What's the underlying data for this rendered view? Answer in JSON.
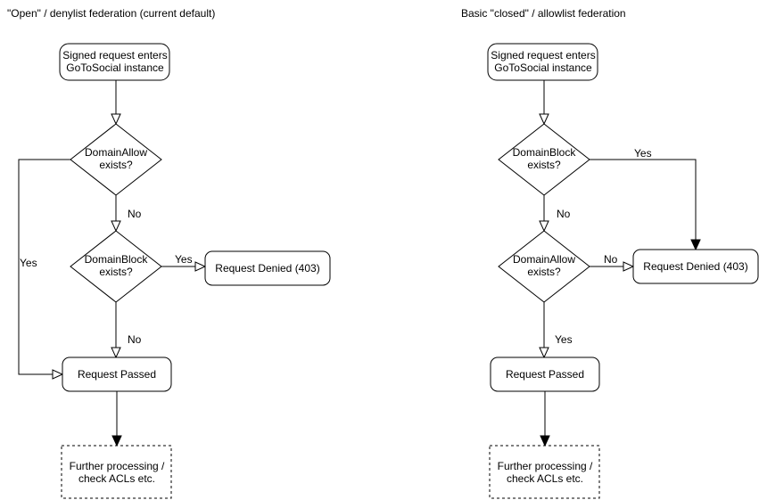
{
  "colors": {
    "stroke": "#000000",
    "node_fill": "#ffffff",
    "text": "#000000",
    "background": "#ffffff"
  },
  "left_chart": {
    "title": "\"Open\" / denylist federation (current default)",
    "start": {
      "line1": "Signed request enters",
      "line2": "GoToSocial instance"
    },
    "decision1": {
      "line1": "DomainAllow",
      "line2": "exists?"
    },
    "decision2": {
      "line1": "DomainBlock",
      "line2": "exists?"
    },
    "denied": "Request Denied (403)",
    "passed": "Request Passed",
    "further": {
      "line1": "Further processing /",
      "line2": "check ACLs etc."
    },
    "labels": {
      "decision1_down": "No",
      "decision1_side": "Yes",
      "decision2_down": "No",
      "decision2_side": "Yes"
    }
  },
  "right_chart": {
    "title": "Basic \"closed\" / allowlist federation",
    "start": {
      "line1": "Signed request enters",
      "line2": "GoToSocial instance"
    },
    "decision1": {
      "line1": "DomainBlock",
      "line2": "exists?"
    },
    "decision2": {
      "line1": "DomainAllow",
      "line2": "exists?"
    },
    "denied": "Request Denied (403)",
    "passed": "Request Passed",
    "further": {
      "line1": "Further processing /",
      "line2": "check ACLs etc."
    },
    "labels": {
      "decision1_down": "No",
      "decision1_side": "Yes",
      "decision2_down": "Yes",
      "decision2_side": "No"
    }
  }
}
